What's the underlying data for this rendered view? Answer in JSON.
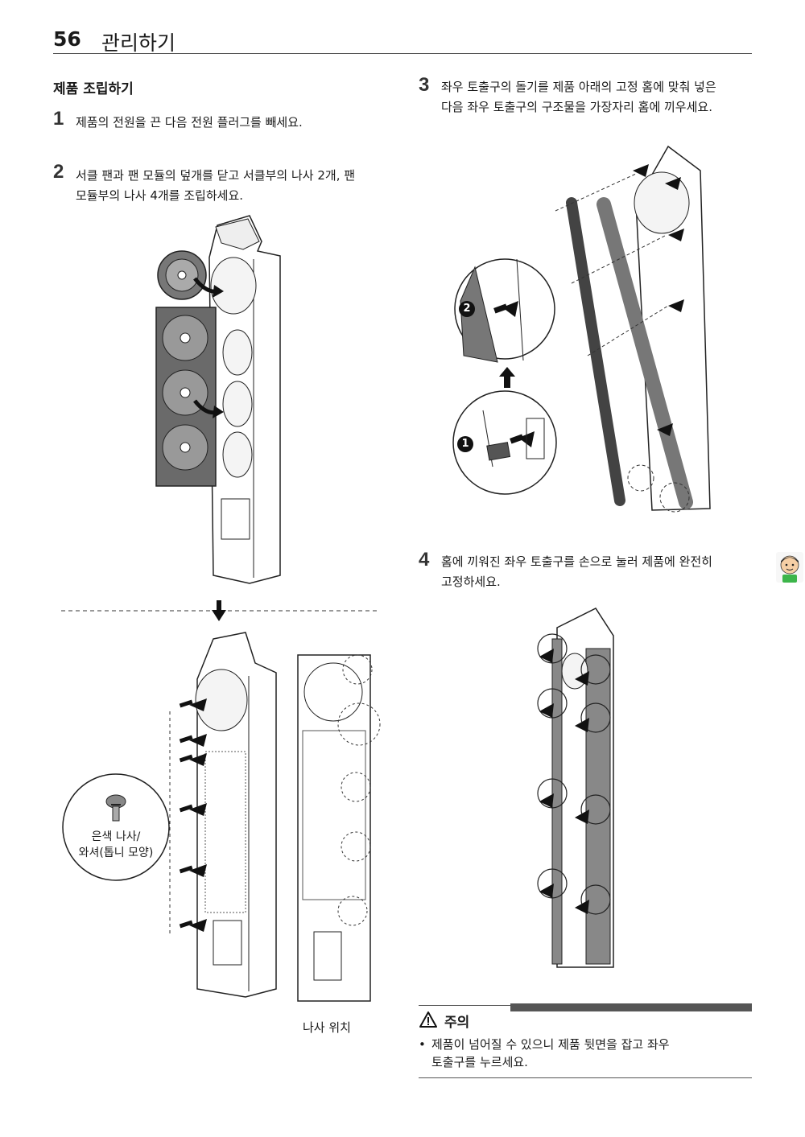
{
  "header": {
    "page_number": "56",
    "title": "관리하기"
  },
  "section": {
    "title": "제품 조립하기"
  },
  "steps": [
    {
      "number": "1",
      "lines": [
        "제품의 전원을 끈 다음 전원 플러그를 빼세요."
      ]
    },
    {
      "number": "2",
      "lines": [
        "서클 팬과 팬 모듈의 덮개를 닫고 서클부의 나사 2개, 팬",
        "모듈부의 나사 4개를 조립하세요."
      ]
    },
    {
      "number": "3",
      "lines": [
        "좌우 토출구의 돌기를 제품 아래의 고정 홈에 맞춰 넣은",
        "다음 좌우 토출구의 구조물을 가장자리 홈에 끼우세요."
      ]
    },
    {
      "number": "4",
      "lines": [
        "홈에 끼워진 좌우 토출구를 손으로 눌러 제품에 완전히",
        "고정하세요."
      ]
    }
  ],
  "figures": {
    "screw_label_line1": "은색 나사/",
    "screw_label_line2": "와셔(톱니 모양)",
    "screw_position_caption": "나사 위치",
    "detail_badge_1": "1",
    "detail_badge_2": "2"
  },
  "caution": {
    "icon": "warning-triangle-icon",
    "title": "주의",
    "bullet": "•",
    "lines": [
      "제품이 넘어질 수 있으니 제품 뒷면을 잡고 좌우",
      "토출구를 누르세요."
    ]
  },
  "side_tab": {
    "icon": "mascot-icon"
  }
}
